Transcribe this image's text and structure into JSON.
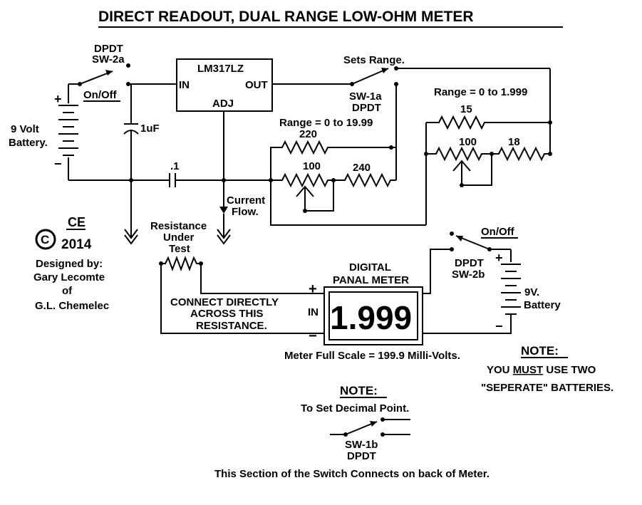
{
  "title": "DIRECT READOUT,  DUAL RANGE  LOW-OHM METER",
  "switches": {
    "sw2a_type": "DPDT",
    "sw2a_name": "SW-2a",
    "sw2a_onoff": "On/Off",
    "sw1a_sets": "Sets Range.",
    "sw1a_name": "SW-1a",
    "sw1a_type": "DPDT",
    "sw2b_onoff": "On/Off",
    "sw2b_type": "DPDT",
    "sw2b_name": "SW-2b",
    "sw1b_name": "SW-1b",
    "sw1b_type": "DPDT"
  },
  "battery_left": {
    "line1": "9 Volt",
    "line2": "Battery.",
    "plus": "+",
    "minus": "−"
  },
  "battery_right": {
    "line1": "9V.",
    "line2": "Battery",
    "plus": "+",
    "minus": "−"
  },
  "regulator": {
    "name": "LM317LZ",
    "in": "IN",
    "out": "OUT",
    "adj": "ADJ"
  },
  "components": {
    "cap1": "1uF",
    "cap2": ".1",
    "range_low": "Range = 0 to 19.99",
    "range_high": "Range = 0 to 1.999",
    "r220": "220",
    "r100a": "100",
    "r240": "240",
    "r15": "15",
    "r100b": "100",
    "r18": "18"
  },
  "current_flow": {
    "line1": "Current",
    "line2": "Flow."
  },
  "rut": {
    "line1": "Resistance",
    "line2": "Under",
    "line3": "Test"
  },
  "copyright": {
    "ce": "CE",
    "symbol": "C",
    "year": "2014"
  },
  "designer": {
    "line1": "Designed by:",
    "line2": "Gary Lecomte",
    "line3": "of",
    "line4": "G.L. Chemelec"
  },
  "connect": {
    "line1": "CONNECT DIRECTLY",
    "line2": "ACROSS THIS",
    "line3": "RESISTANCE."
  },
  "meter": {
    "label1": "DIGITAL",
    "label2": "PANAL METER",
    "display": "1.999",
    "in": "IN",
    "plus": "+",
    "minus": "−",
    "full_scale": "Meter Full Scale = 199.9 Milli-Volts."
  },
  "note_right": {
    "heading": "NOTE:",
    "line1_a": "YOU ",
    "line1_b": "MUST",
    "line1_c": " USE TWO",
    "line2": "\"SEPERATE\" BATTERIES."
  },
  "note_center": {
    "heading": "NOTE:",
    "line1": "To Set Decimal Point.",
    "footer": "This Section of the Switch Connects on back of Meter."
  }
}
